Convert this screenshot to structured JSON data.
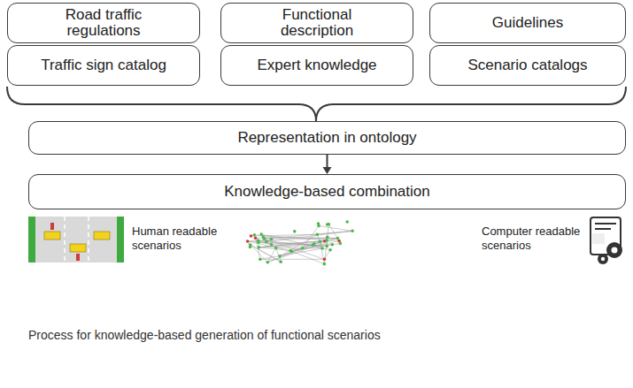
{
  "diagram": {
    "caption": "Process for knowledge-based generation of functional scenarios",
    "nodes": [
      {
        "text": [
          "Road traffic regulations"
        ]
      },
      {
        "text": [
          "Functional description"
        ]
      },
      {
        "text": [
          "Guidelines"
        ]
      },
      {
        "text": [
          "Traffic sign catalog"
        ]
      },
      {
        "text": [
          "Expert knowledge"
        ]
      },
      {
        "text": [
          "Scenario catalogs"
        ]
      },
      {
        "text": [
          "Representation in ontology"
        ]
      },
      {
        "text": [
          "Knowledge-based combination"
        ]
      }
    ],
    "edges": [
      {
        "from": 6,
        "to": 7,
        "arrow": "to"
      }
    ],
    "labels": [
      "Human readable scenarios",
      "Computer readable scenarios"
    ]
  }
}
